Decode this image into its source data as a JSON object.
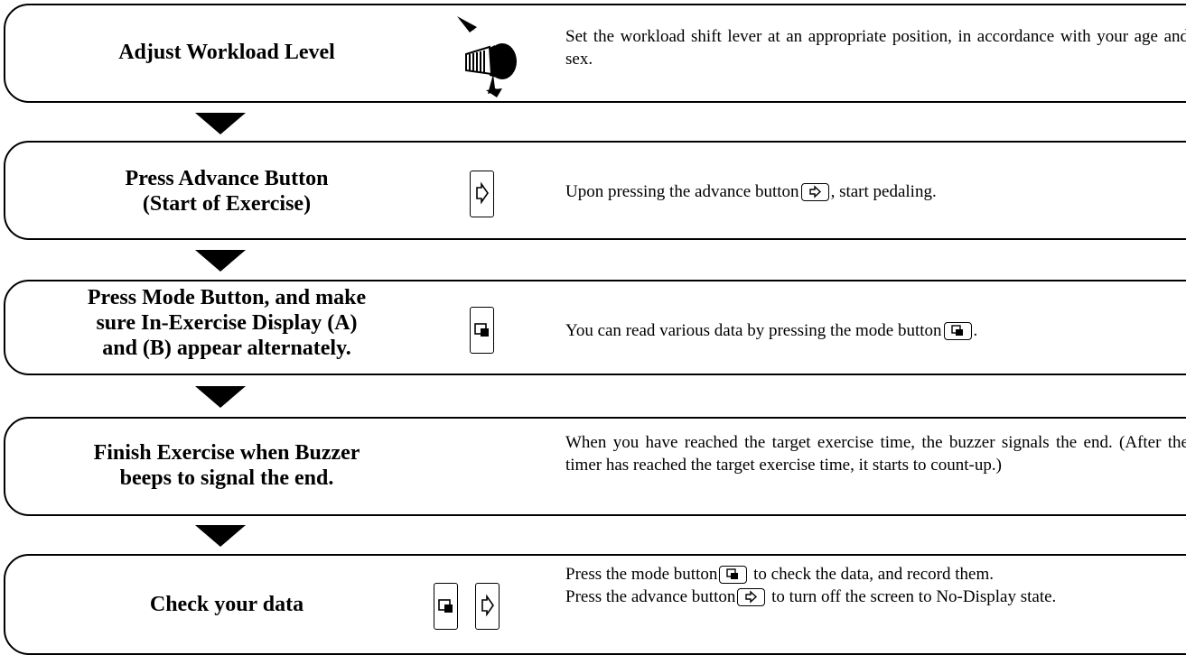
{
  "steps": [
    {
      "title": "Adjust Workload Level",
      "icon": "workload-lever-icon",
      "description": "Set the workload shift lever at an appropriate position, in accordance with your age and sex."
    },
    {
      "title_line1": "Press Advance Button",
      "title_line2": "(Start of Exercise)",
      "icon": "advance-button-icon",
      "desc_before": "Upon pressing the advance button",
      "desc_after": ", start pedaling."
    },
    {
      "title_line1": "Press  Mode Button, and make",
      "title_line2": "sure In-Exercise Display (A)",
      "title_line3": "and (B) appear alternately.",
      "icon": "mode-button-icon",
      "desc_before": "You can read various data by pressing the mode button",
      "desc_after": "."
    },
    {
      "title_line1": "Finish Exercise when Buzzer",
      "title_line2": "beeps to signal the end.",
      "description": "When you have reached the target exercise time, the buzzer signals the end. (After the timer has reached the target exercise time, it starts to count-up.)"
    },
    {
      "title": "Check your data",
      "icons": [
        "mode-button-icon",
        "advance-button-icon"
      ],
      "line1_before": "Press the mode button",
      "line1_after": " to check the data, and record them.",
      "line2_before": "Press the advance button",
      "line2_after": " to turn off the screen to No-Display state."
    }
  ]
}
